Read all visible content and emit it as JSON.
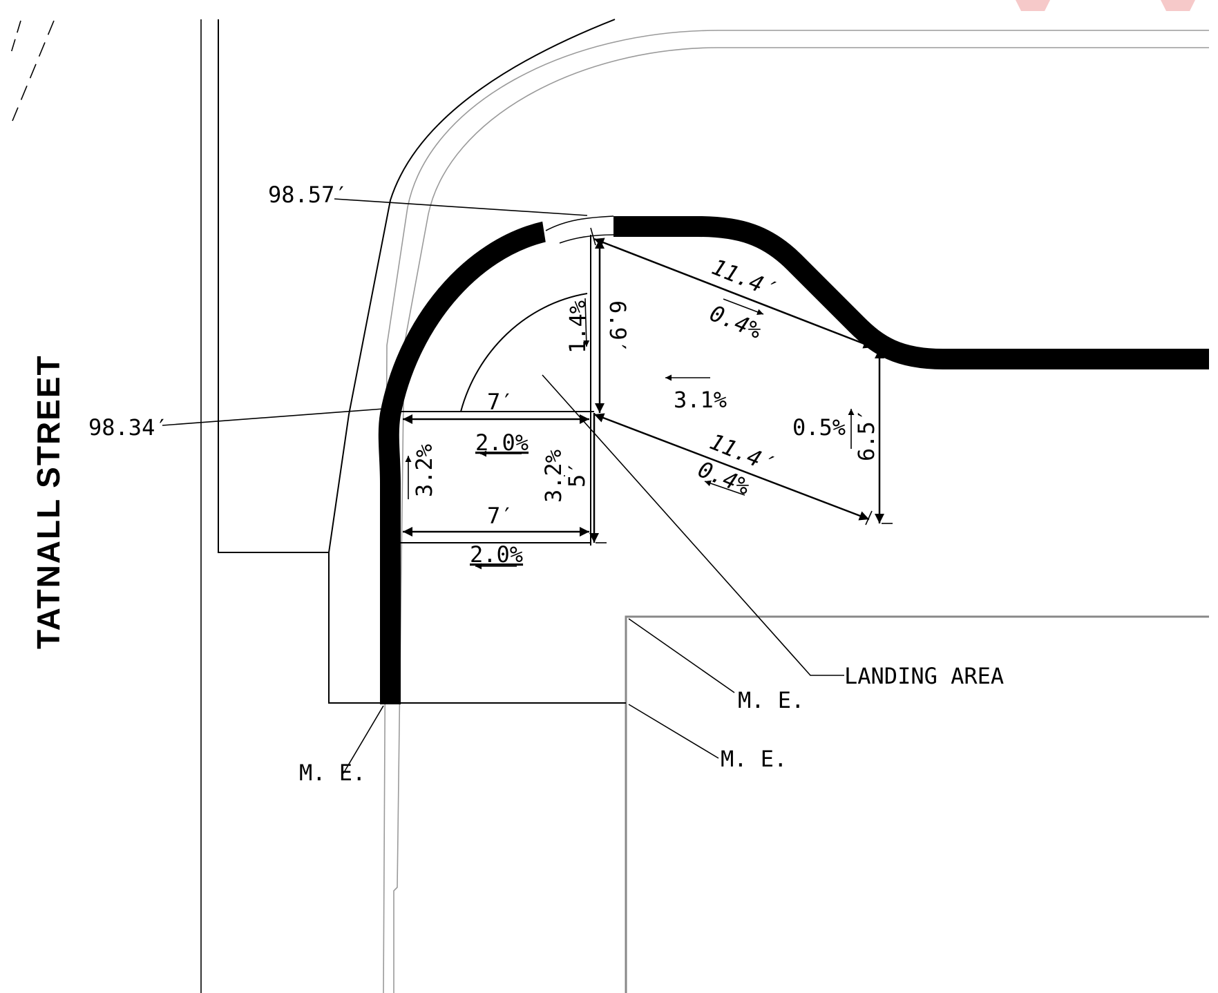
{
  "street": {
    "name": "TATNALL STREET"
  },
  "elevations": {
    "top": "98.57′",
    "left": "98.34′"
  },
  "dimensions": {
    "diag_upper_len": "11.4′",
    "diag_upper_slope": "0.4%",
    "vertical_left_slope": "1.4%",
    "vertical_len": "6.9′",
    "center_slope": "3.1%",
    "right_slope": "0.5%",
    "right_len": "6.5′",
    "diag_lower_len": "11.4′",
    "diag_lower_slope": "0.4%",
    "landing_top_len": "7′",
    "landing_top_slope": "2.0%",
    "landing_left_slope": "3.2%",
    "landing_right_slope": "3.2%",
    "landing_right_len": "5′",
    "landing_bottom_len": "7′",
    "landing_bottom_slope": "2.0%"
  },
  "callouts": {
    "landing_area": "LANDING AREA",
    "me_left": "M. E.",
    "me_right_upper": "M. E.",
    "me_right_lower": "M. E."
  }
}
